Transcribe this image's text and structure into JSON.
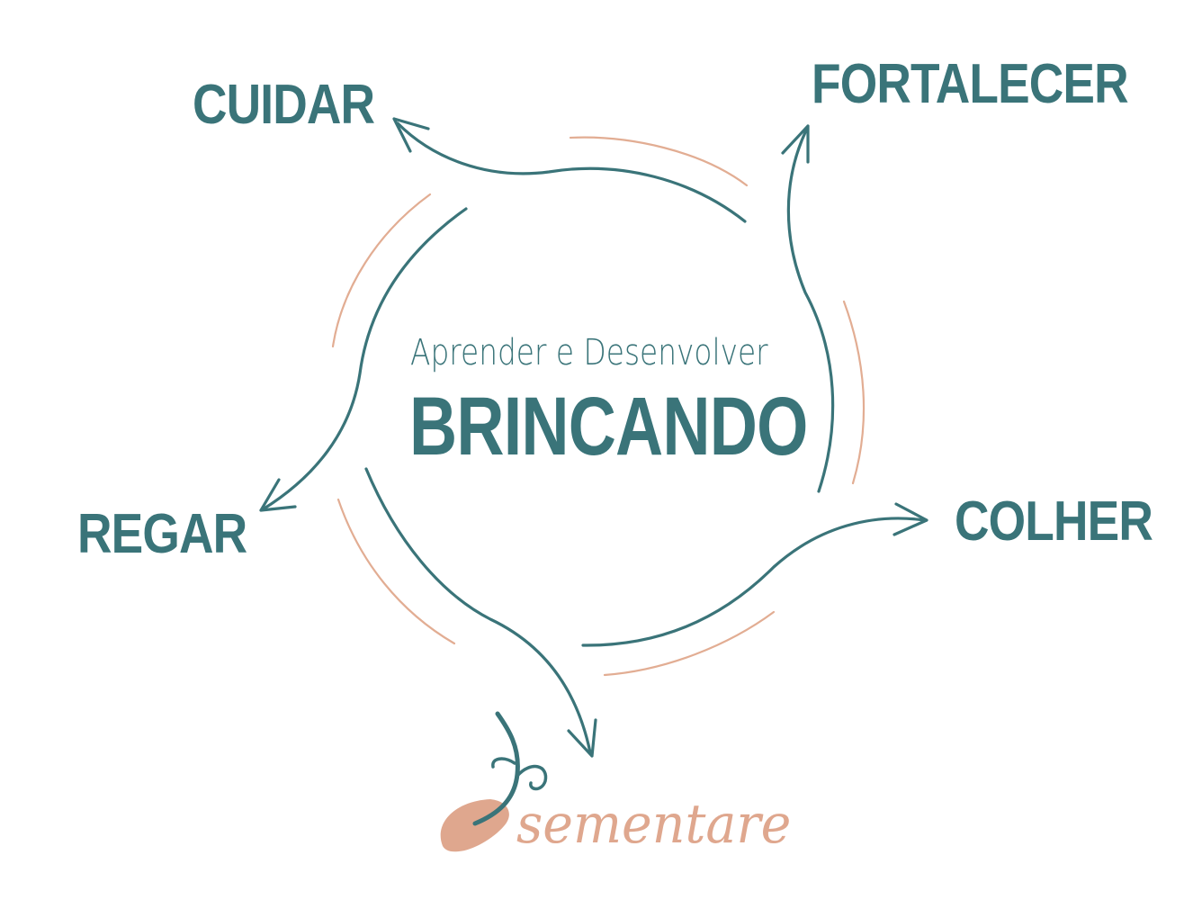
{
  "colors": {
    "teal": "#3a7479",
    "accent": "#e2ad93",
    "logo": "#dfa78e",
    "background": "#ffffff"
  },
  "center": {
    "subtitle": "Aprender e Desenvolver",
    "title": "BRINCANDO"
  },
  "stages": {
    "cuidar": "CUIDAR",
    "fortalecer": "FORTALECER",
    "colher": "COLHER",
    "regar": "REGAR"
  },
  "logo": {
    "wordmark": "sementare",
    "icon": "sprout-seed-icon"
  }
}
